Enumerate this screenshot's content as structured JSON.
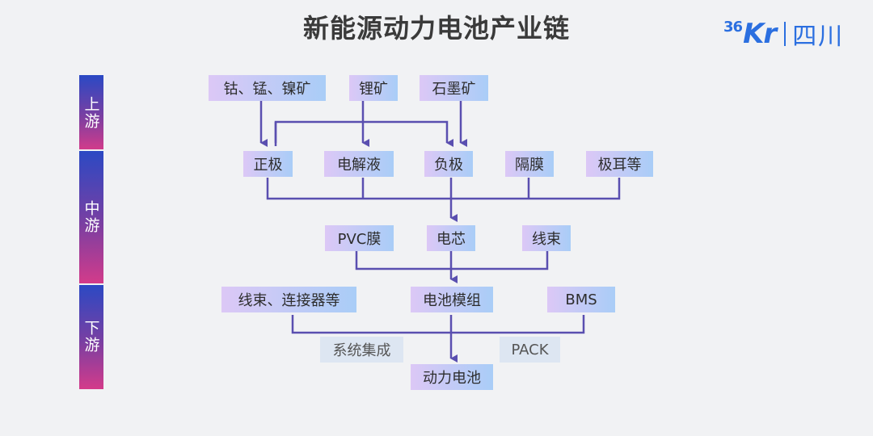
{
  "title": "新能源动力电池产业链",
  "logo": {
    "mark_prefix": "36",
    "mark": "Kr",
    "city": "四川"
  },
  "stages": {
    "upstream": "上游",
    "midstream": "中游",
    "downstream": "下游"
  },
  "nodes": {
    "cobalt_manganese_nickel": "钴、锰、镍矿",
    "lithium_ore": "锂矿",
    "graphite_ore": "石墨矿",
    "cathode": "正极",
    "electrolyte": "电解液",
    "anode": "负极",
    "separator": "隔膜",
    "tabs_etc": "极耳等",
    "pvc_film": "PVC膜",
    "cell": "电芯",
    "wire_harness": "线束",
    "harness_connectors": "线束、连接器等",
    "battery_module": "电池模组",
    "bms": "BMS",
    "system_integration": "系统集成",
    "pack": "PACK",
    "power_battery": "动力电池"
  },
  "colors": {
    "line": "#5a4fb0",
    "title": "#3a3a3a",
    "brand": "#2b6fe0"
  }
}
